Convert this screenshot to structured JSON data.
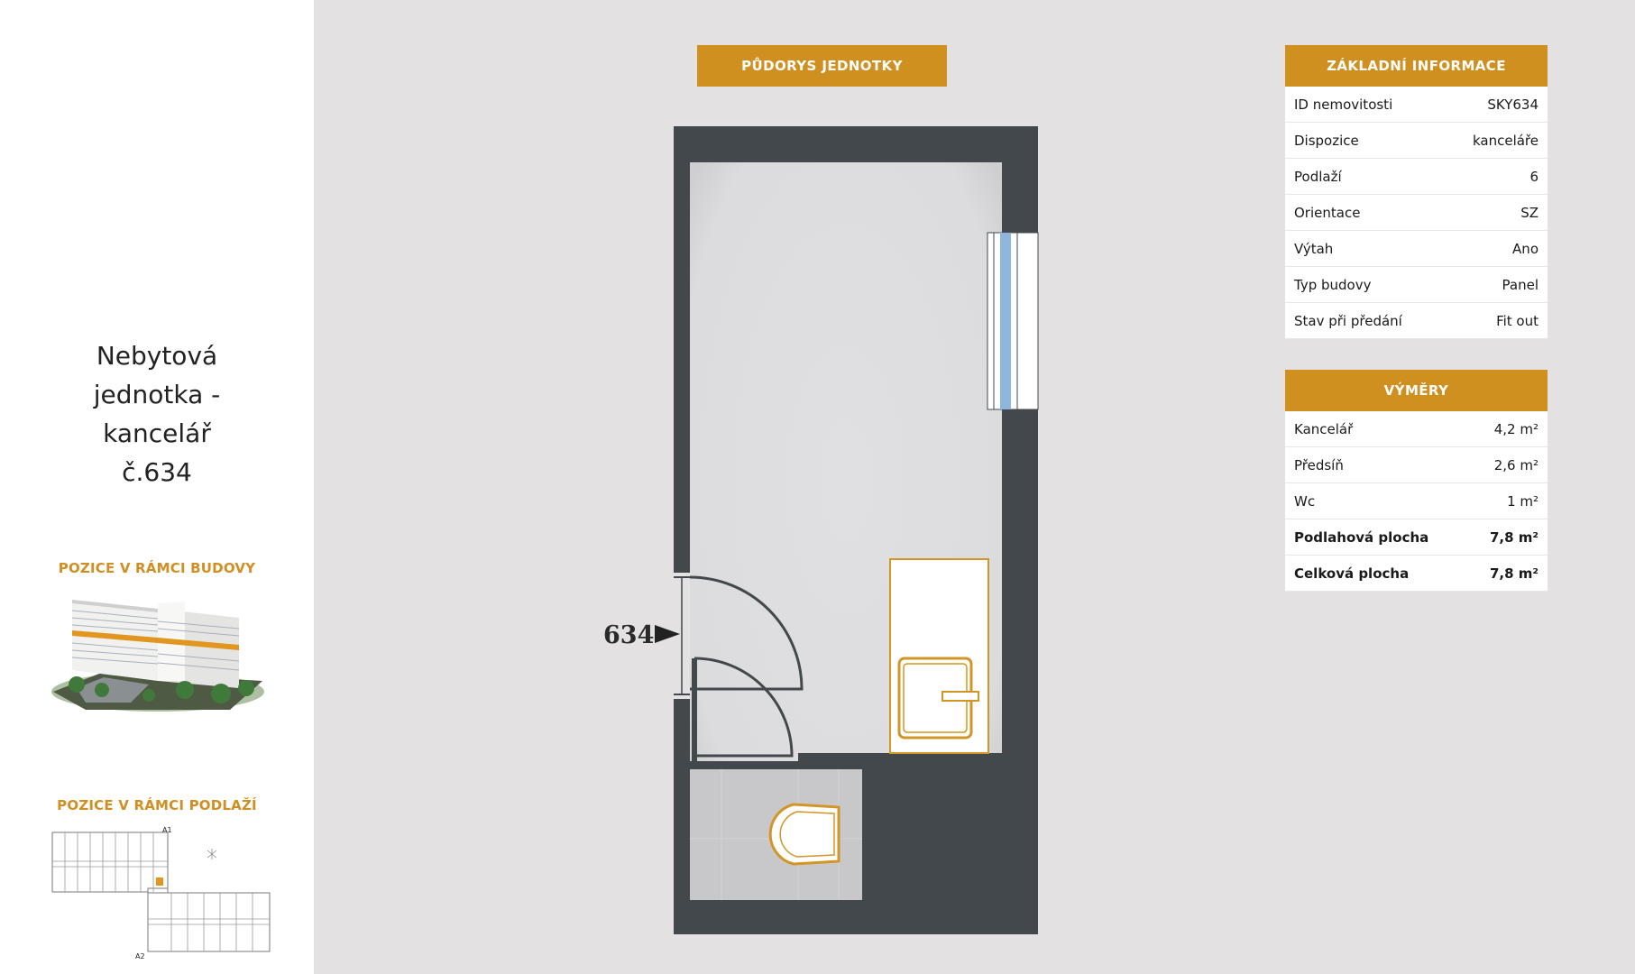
{
  "sidebar": {
    "title_lines": [
      "Nebytová",
      "jednotka -",
      "kancelář",
      "č.634"
    ],
    "building_label": "POZICE V RÁMCI BUDOVY",
    "floor_label": "POZICE V RÁMCI PODLAŽÍ",
    "floor_map_labels": {
      "wing_a1": "A1",
      "wing_a2": "A2"
    }
  },
  "plan": {
    "banner": "PŮDORYS JEDNOTKY",
    "unit_marker": "634"
  },
  "basic_info": {
    "title": "ZÁKLADNÍ INFORMACE",
    "rows": [
      {
        "label": "ID nemovitosti",
        "value": "SKY634"
      },
      {
        "label": "Dispozice",
        "value": "kanceláře"
      },
      {
        "label": "Podlaží",
        "value": "6"
      },
      {
        "label": "Orientace",
        "value": "SZ"
      },
      {
        "label": "Výtah",
        "value": "Ano"
      },
      {
        "label": "Typ budovy",
        "value": "Panel"
      },
      {
        "label": "Stav při předání",
        "value": "Fit out"
      }
    ]
  },
  "areas": {
    "title": "VÝMĚRY",
    "rows": [
      {
        "label": "Kancelář",
        "value": "4,2 m²"
      },
      {
        "label": "Předsíň",
        "value": "2,6 m²"
      },
      {
        "label": "Wc",
        "value": "1 m²"
      },
      {
        "label": "Podlahová plocha",
        "value": "7,8 m²"
      },
      {
        "label": "Celková plocha",
        "value": "7,8 m²"
      }
    ]
  },
  "colors": {
    "accent": "#d0901f",
    "wall": "#42484c",
    "background": "#e3e1e1"
  }
}
